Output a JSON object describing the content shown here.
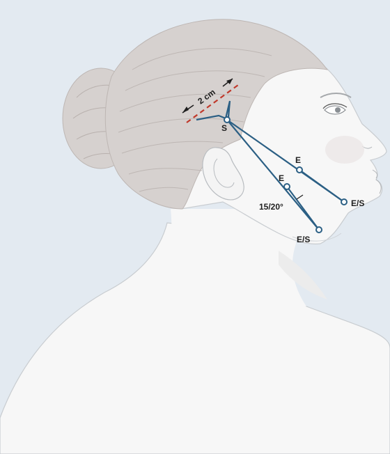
{
  "labels": {
    "distance": "2 cm",
    "start": "S",
    "exit_upper": "E",
    "exit_lower": "E",
    "exit_start_jaw": "E/S",
    "exit_start_neck": "E/S",
    "angle": "15/20°"
  },
  "colors": {
    "background": "#e3eaf1",
    "skin": "#f7f7f7",
    "hair": "#d6d1cf",
    "thread": "#2b5f84",
    "dashed_marker": "#c0392b"
  }
}
